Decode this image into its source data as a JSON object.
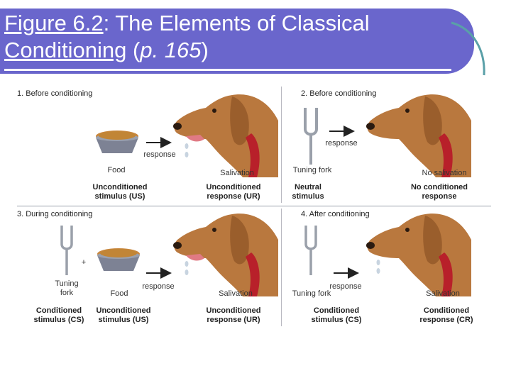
{
  "title": {
    "figure_ref": "Figure 6.2",
    "colon": ": The Elements of Classical",
    "line2": "Conditioning",
    "page_open": " (",
    "page": "p. 165",
    "page_close": ")"
  },
  "colors": {
    "banner": "#6a66cc",
    "dog": "#b9783e",
    "collar": "#b8202a",
    "bowl": "#7d8294"
  },
  "panels": [
    {
      "label": "1. Before conditioning",
      "stim_caption": "Food",
      "arrow_label": "response",
      "resp_caption": "Salivation",
      "stim_term": [
        "Unconditioned",
        "stimulus (US)"
      ],
      "resp_term": [
        "Unconditioned",
        "response (UR)"
      ]
    },
    {
      "label": "2. Before conditioning",
      "stim_caption": "Tuning fork",
      "arrow_label": "response",
      "resp_caption": "No salivation",
      "stim_term": [
        "Neutral",
        "stimulus"
      ],
      "resp_term": [
        "No conditioned",
        "response"
      ]
    },
    {
      "label": "3. During conditioning",
      "stim_caption_a": [
        "Tuning",
        "fork"
      ],
      "stim_caption_b": "Food",
      "plus": "+",
      "arrow_label": "response",
      "resp_caption": "Salivation",
      "stim_term_a": [
        "Conditioned",
        "stimulus (CS)"
      ],
      "stim_term_b": [
        "Unconditioned",
        "stimulus (US)"
      ],
      "resp_term": [
        "Unconditioned",
        "response (UR)"
      ]
    },
    {
      "label": "4. After conditioning",
      "stim_caption": "Tuning fork",
      "arrow_label": "response",
      "resp_caption": "Salivation",
      "stim_term": [
        "Conditioned",
        "stimulus (CS)"
      ],
      "resp_term": [
        "Conditioned",
        "response (CR)"
      ]
    }
  ]
}
